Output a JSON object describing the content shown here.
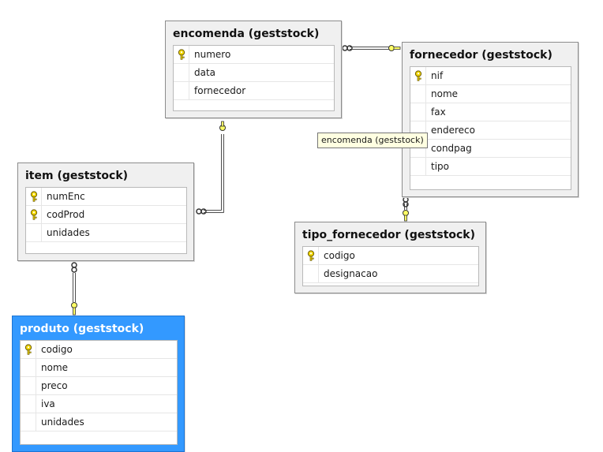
{
  "tables": {
    "encomenda": {
      "title": "encomenda (geststock)",
      "columns": [
        "numero",
        "data",
        "fornecedor"
      ],
      "key_columns": [
        0
      ]
    },
    "fornecedor": {
      "title": "fornecedor (geststock)",
      "columns": [
        "nif",
        "nome",
        "fax",
        "endereco",
        "condpag",
        "tipo"
      ],
      "key_columns": [
        0
      ]
    },
    "item": {
      "title": "item (geststock)",
      "columns": [
        "numEnc",
        "codProd",
        "unidades"
      ],
      "key_columns": [
        0,
        1
      ]
    },
    "tipo_fornecedor": {
      "title": "tipo_fornecedor (geststock)",
      "columns": [
        "codigo",
        "designacao"
      ],
      "key_columns": [
        0
      ]
    },
    "produto": {
      "title": "produto (geststock)",
      "columns": [
        "codigo",
        "nome",
        "preco",
        "iva",
        "unidades"
      ],
      "key_columns": [
        0
      ],
      "selected": true
    }
  },
  "tooltip": {
    "text": "encomenda (geststock)"
  },
  "icons": {
    "primary_key": "key-icon",
    "many_end": "infinity-icon",
    "one_end": "key-icon"
  },
  "colors": {
    "selected_header": "#3399ff",
    "relationship_key": "#ffff66"
  }
}
